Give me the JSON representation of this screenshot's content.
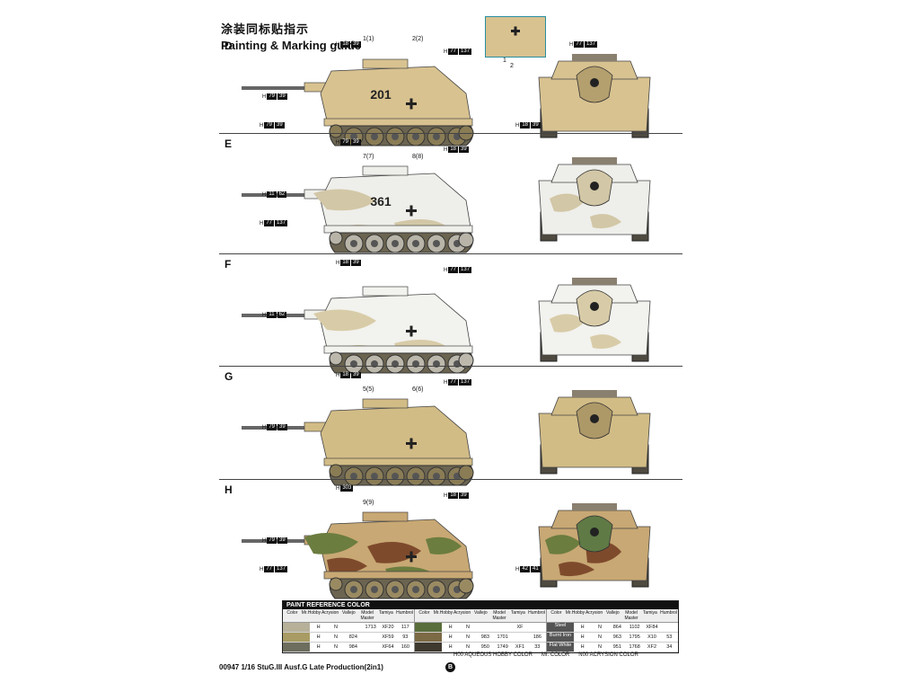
{
  "header": {
    "title_cn": "涂装同标贴指示",
    "title_en": "Painting & Marking guide"
  },
  "panels": [
    {
      "letter": "D",
      "scheme": "sand",
      "side_mark": "201",
      "callouts": [
        "1(1)",
        "2(2)"
      ],
      "paint_codes": [
        "H",
        "79",
        "39",
        "H",
        "18",
        "39",
        "H",
        "77",
        "137",
        "H",
        "79",
        "39",
        "H",
        "18",
        "39",
        "H",
        "77",
        "137"
      ],
      "inset_callouts": [
        "1",
        "2"
      ]
    },
    {
      "letter": "E",
      "scheme": "white",
      "side_mark": "361",
      "callouts": [
        "7(7)",
        "8(8)"
      ],
      "paint_codes": [
        "H",
        "11",
        "62",
        "H",
        "79",
        "39",
        "H",
        "18",
        "39",
        "H",
        "77",
        "137"
      ]
    },
    {
      "letter": "F",
      "scheme": "white2",
      "side_mark": "",
      "callouts": [],
      "paint_codes": [
        "H",
        "11",
        "62",
        "H",
        "18",
        "39",
        "H",
        "77",
        "137"
      ]
    },
    {
      "letter": "G",
      "scheme": "sand2",
      "side_mark": "",
      "callouts": [
        "5(5)",
        "6(6)"
      ],
      "paint_codes": [
        "H",
        "79",
        "39",
        "H",
        "18",
        "39",
        "H",
        "77",
        "137"
      ]
    },
    {
      "letter": "H",
      "scheme": "camo",
      "side_mark": "",
      "callouts": [
        "9(9)"
      ],
      "paint_codes": [
        "H",
        "79",
        "39",
        "H",
        "303",
        "H",
        "18",
        "39",
        "H",
        "77",
        "137",
        "H",
        "42",
        "41"
      ]
    }
  ],
  "paint_table": {
    "title": "PAINT  REFERENCE COLOR",
    "headers": [
      "Color",
      "Mr.Hobby",
      "Acrysion",
      "Vallejo",
      "Model Master",
      "Tamiya",
      "Humbrol"
    ],
    "col1": [
      {
        "color": "#b7b19a",
        "vals": [
          "H",
          "N",
          "",
          "1713",
          "XF20",
          "117"
        ]
      },
      {
        "color": "#a89b63",
        "vals": [
          "H",
          "N",
          "824",
          "",
          "XF59",
          "93"
        ]
      },
      {
        "color": "#6e6e5e",
        "vals": [
          "H",
          "N",
          "984",
          "",
          "XF64",
          "160"
        ]
      }
    ],
    "col2": [
      {
        "color": "#5a6e3b",
        "vals": [
          "H",
          "N",
          "",
          "",
          "XF",
          ""
        ]
      },
      {
        "color": "#7c6a45",
        "vals": [
          "H",
          "N",
          "983",
          "1701",
          "",
          "186"
        ]
      },
      {
        "color": "#3f3a30",
        "vals": [
          "H",
          "N",
          "950",
          "1749",
          "XF1",
          "33"
        ]
      }
    ],
    "col3": [
      {
        "color": "Steel",
        "vals": [
          "H",
          "N",
          "864",
          "1102",
          "XF84",
          ""
        ]
      },
      {
        "color": "Burnt Iron",
        "vals": [
          "H",
          "N",
          "963",
          "1795",
          "X10",
          "53"
        ]
      },
      {
        "color": "Flat White",
        "vals": [
          "H",
          "N",
          "951",
          "1768",
          "XF2",
          "34"
        ]
      }
    ]
  },
  "legend": [
    "H00 AQUEOUS HOBBY COLOR",
    "Mr. COLOR",
    "N00 ACRYSION COLOR"
  ],
  "footer": {
    "code": "00947  1/16 StuG.III Ausf.G Late Production(2in1)",
    "page": "B"
  }
}
